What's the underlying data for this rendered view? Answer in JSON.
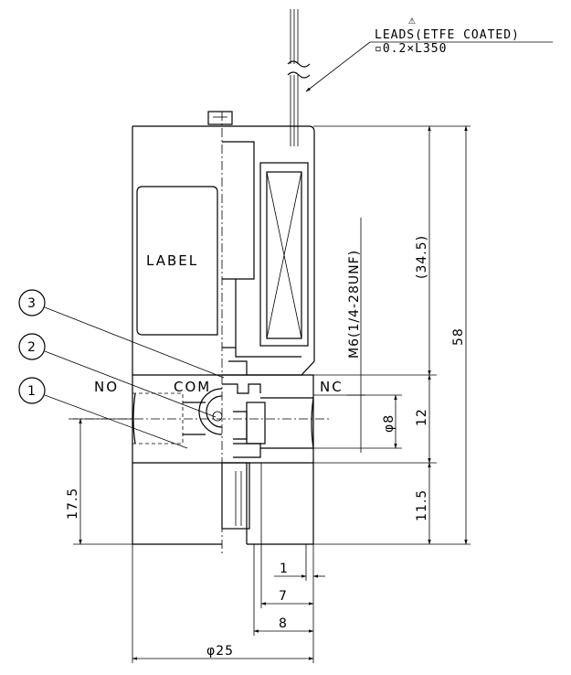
{
  "leads": {
    "warn": "⚠",
    "label": "LEADS(ETFE COATED)",
    "spec": "▫0.2×L350"
  },
  "body_label": "LABEL",
  "ports": {
    "no": "NO",
    "com": "COM",
    "nc": "NC"
  },
  "callouts": [
    "3",
    "2",
    "1"
  ],
  "dims": {
    "thread": "M6(1/4-28UNF)",
    "d8": "φ8",
    "h345": "(34.5)",
    "h58": "58",
    "h12": "12",
    "h115": "11.5",
    "h175": "17.5",
    "w1": "1",
    "w7": "7",
    "w8": "8",
    "d25": "φ25"
  }
}
